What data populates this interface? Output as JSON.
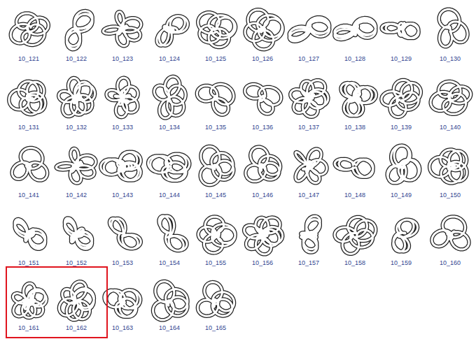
{
  "diagram": {
    "nodes": [
      {
        "text": [
          "10_161",
          "10_162"
        ]
      }
    ],
    "labels": [
      "10_121",
      "10_122",
      "10_123",
      "10_124",
      "10_125",
      "10_126",
      "10_127",
      "10_128",
      "10_129",
      "10_130",
      "10_131",
      "10_132",
      "10_133",
      "10_134",
      "10_135",
      "10_136",
      "10_137",
      "10_138",
      "10_139",
      "10_140",
      "10_141",
      "10_142",
      "10_143",
      "10_144",
      "10_145",
      "10_146",
      "10_147",
      "10_148",
      "10_149",
      "10_150",
      "10_151",
      "10_152",
      "10_153",
      "10_154",
      "10_155",
      "10_156",
      "10_157",
      "10_158",
      "10_159",
      "10_160",
      "10_163",
      "10_164",
      "10_165"
    ]
  }
}
